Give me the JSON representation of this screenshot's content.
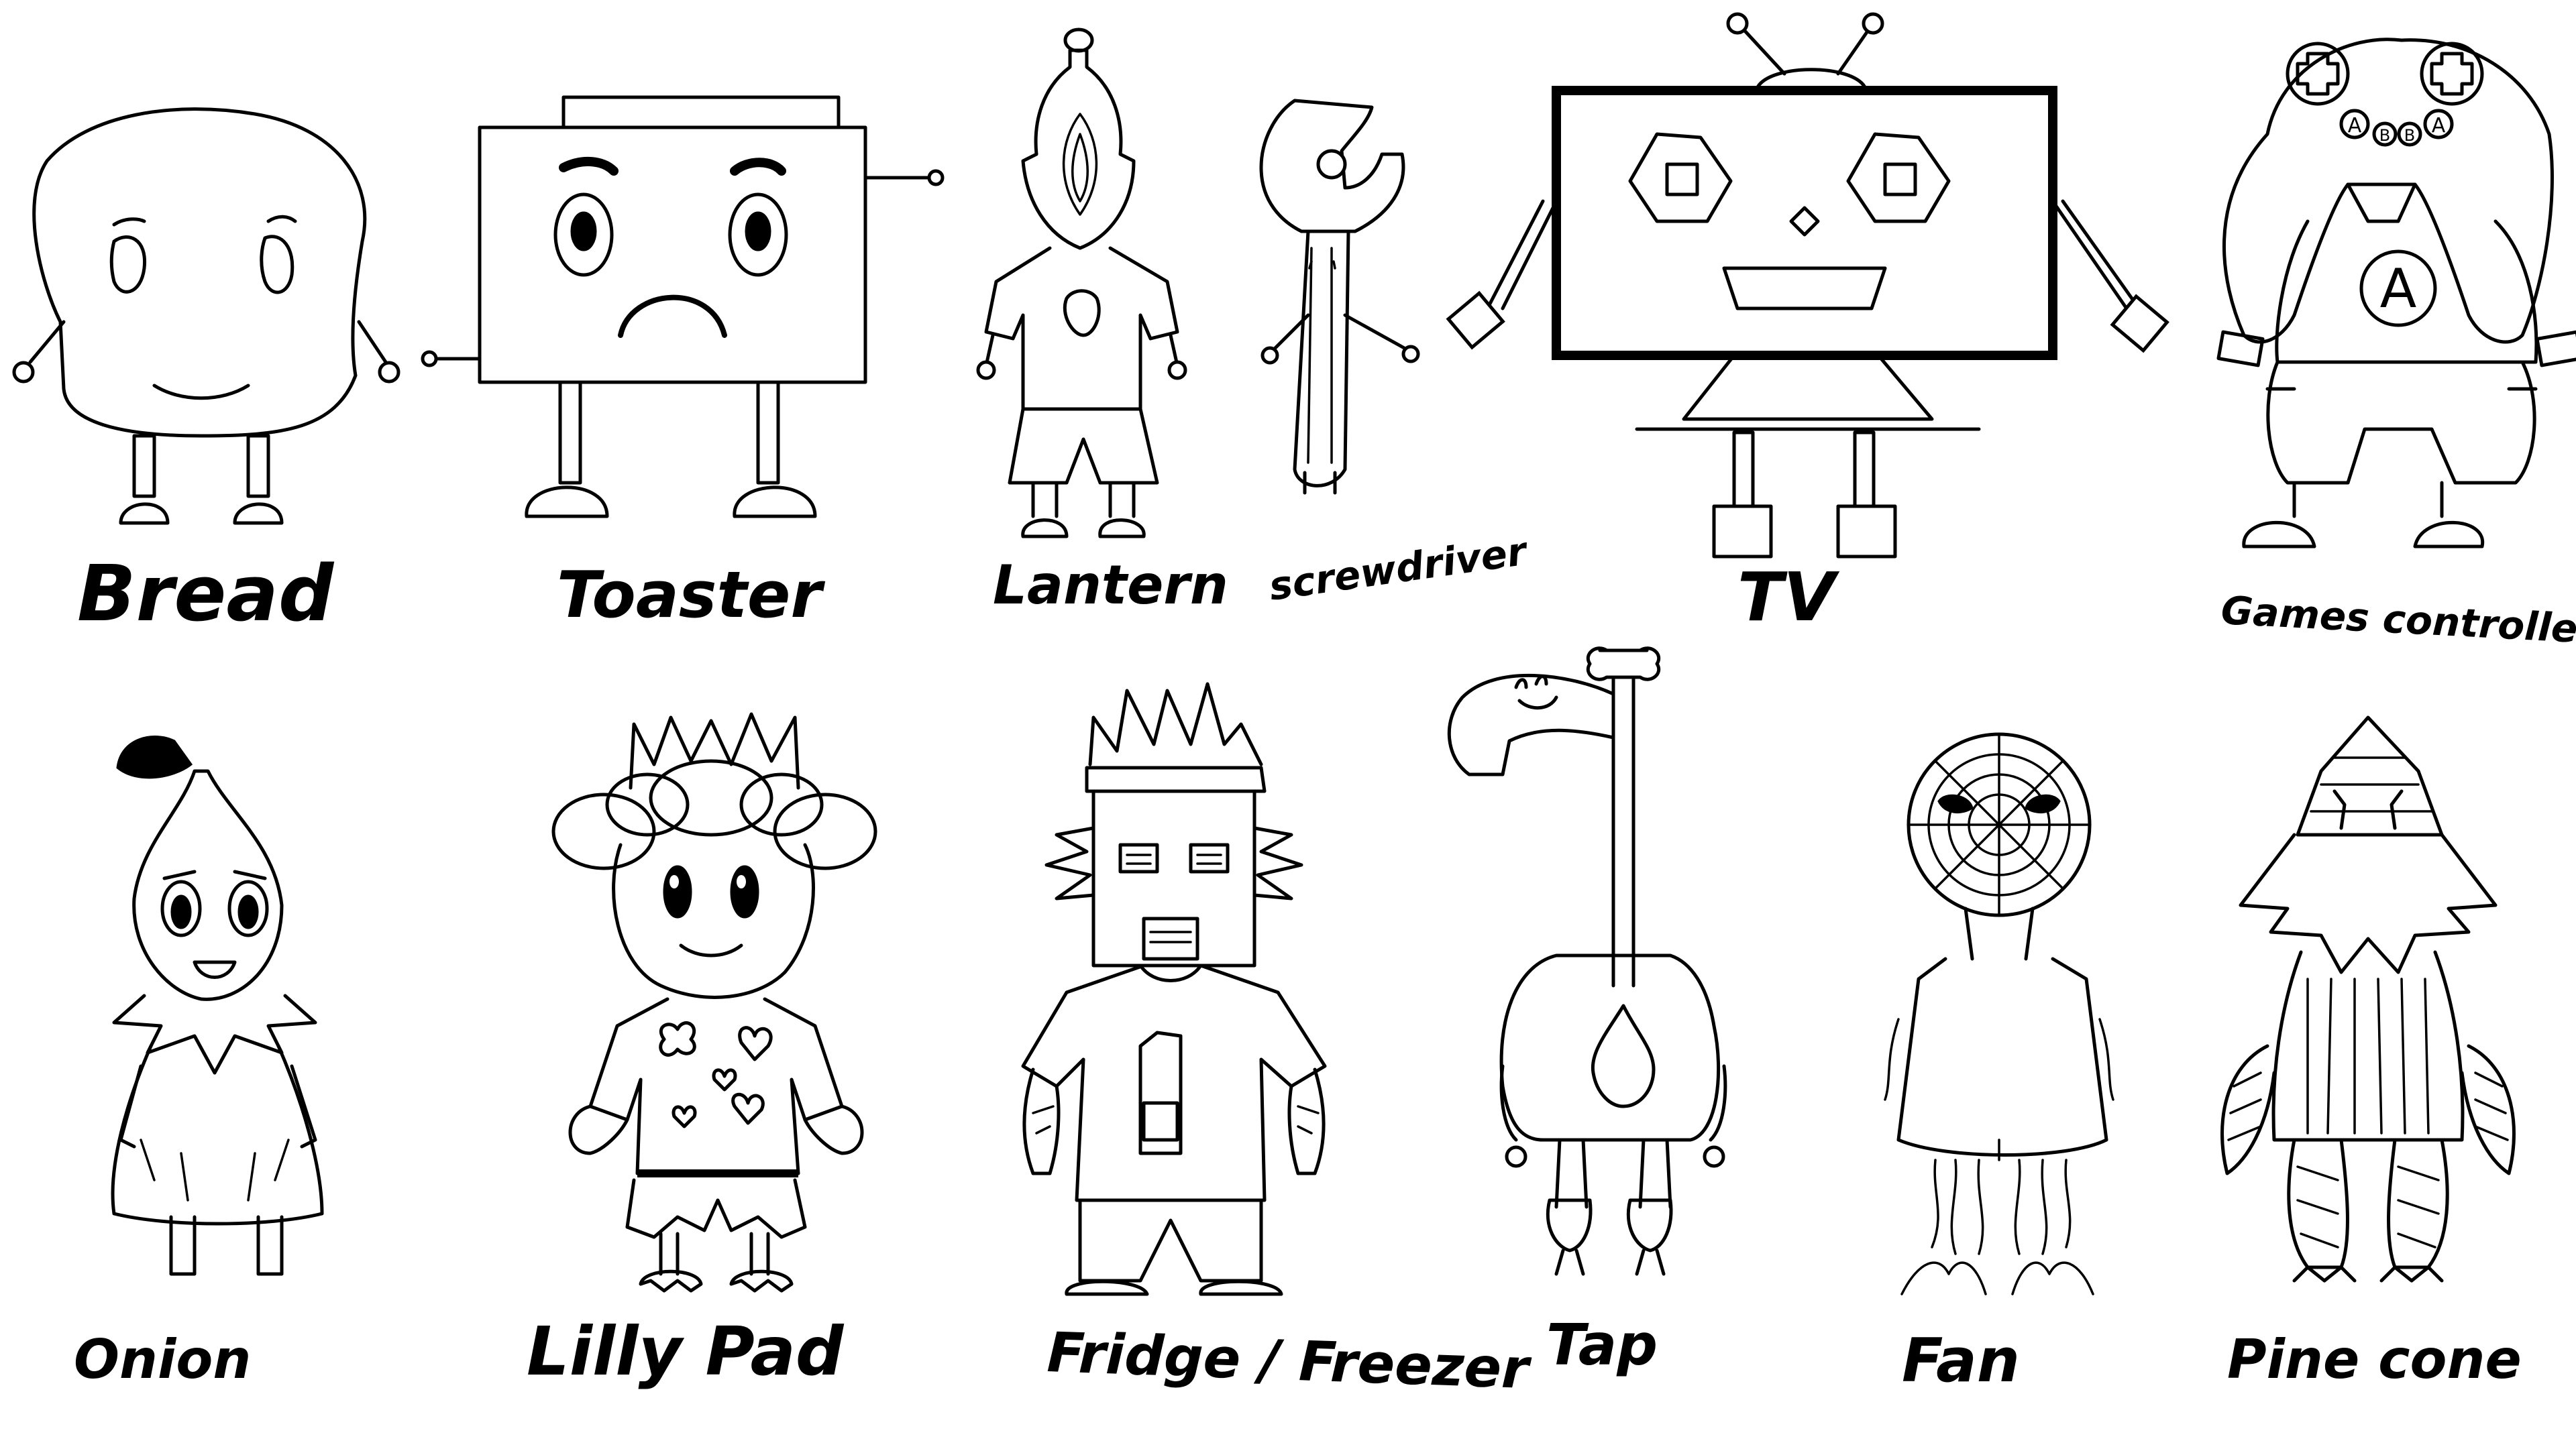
{
  "characters": [
    {
      "id": "bread",
      "label": "Bread",
      "icon": "bread-character-icon"
    },
    {
      "id": "toaster",
      "label": "Toaster",
      "icon": "toaster-character-icon"
    },
    {
      "id": "lantern",
      "label": "Lantern",
      "icon": "lantern-character-icon"
    },
    {
      "id": "screwdriver",
      "label": "screwdriver",
      "icon": "screwdriver-character-icon"
    },
    {
      "id": "tv",
      "label": "TV",
      "icon": "tv-character-icon"
    },
    {
      "id": "games_controller",
      "label": "Games controller",
      "icon": "games-controller-character-icon"
    },
    {
      "id": "onion",
      "label": "Onion",
      "icon": "onion-character-icon"
    },
    {
      "id": "lilly_pad",
      "label": "Lilly Pad",
      "icon": "lilly-pad-character-icon"
    },
    {
      "id": "fridge",
      "label": "Fridge / Freezer",
      "icon": "fridge-freezer-character-icon"
    },
    {
      "id": "tap",
      "label": "Tap",
      "icon": "tap-character-icon"
    },
    {
      "id": "fan",
      "label": "Fan",
      "icon": "fan-character-icon"
    },
    {
      "id": "pine_cone",
      "label": "Pine cone",
      "icon": "pine-cone-character-icon"
    }
  ],
  "controller_buttons": {
    "left": "A",
    "middle_left": "B",
    "middle_right": "B",
    "right": "A",
    "chest": "A"
  },
  "colors": {
    "line": "#000000",
    "background": "#ffffff"
  }
}
